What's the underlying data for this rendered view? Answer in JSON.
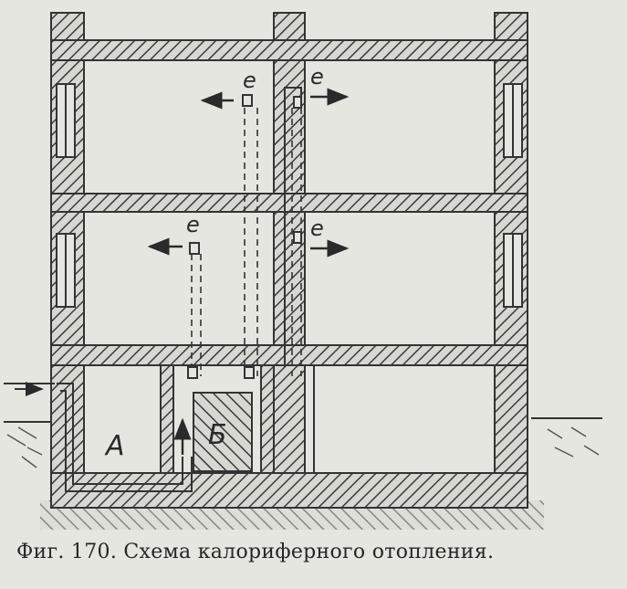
{
  "labels": {
    "outlet": "е",
    "chamber_a": "А",
    "chamber_b": "Б"
  },
  "caption": "Фиг. 170. Схема калориферного отопления."
}
